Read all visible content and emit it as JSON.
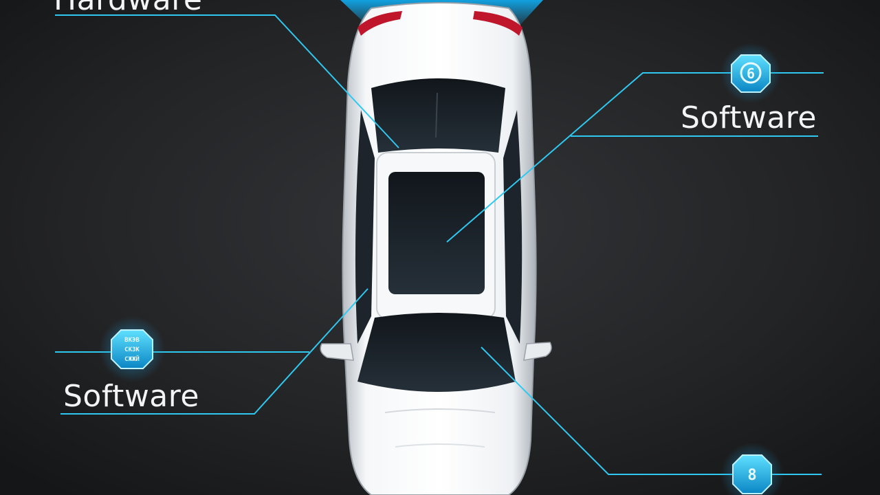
{
  "labels": {
    "hardware": "Hardware",
    "software_right": "Software",
    "software_left": "Software"
  },
  "badges": {
    "right_top_glyph": "6",
    "left_lines": [
      "ВКЭВ",
      "СКЗК",
      "СЖЖЙ"
    ],
    "right_bottom_glyph": "8"
  },
  "colors": {
    "background": "#1c1d1f",
    "accent": "#2ec8f0",
    "car_body": "#eef1f4",
    "glass": "#1a1f25",
    "taillight": "#c0162c"
  }
}
